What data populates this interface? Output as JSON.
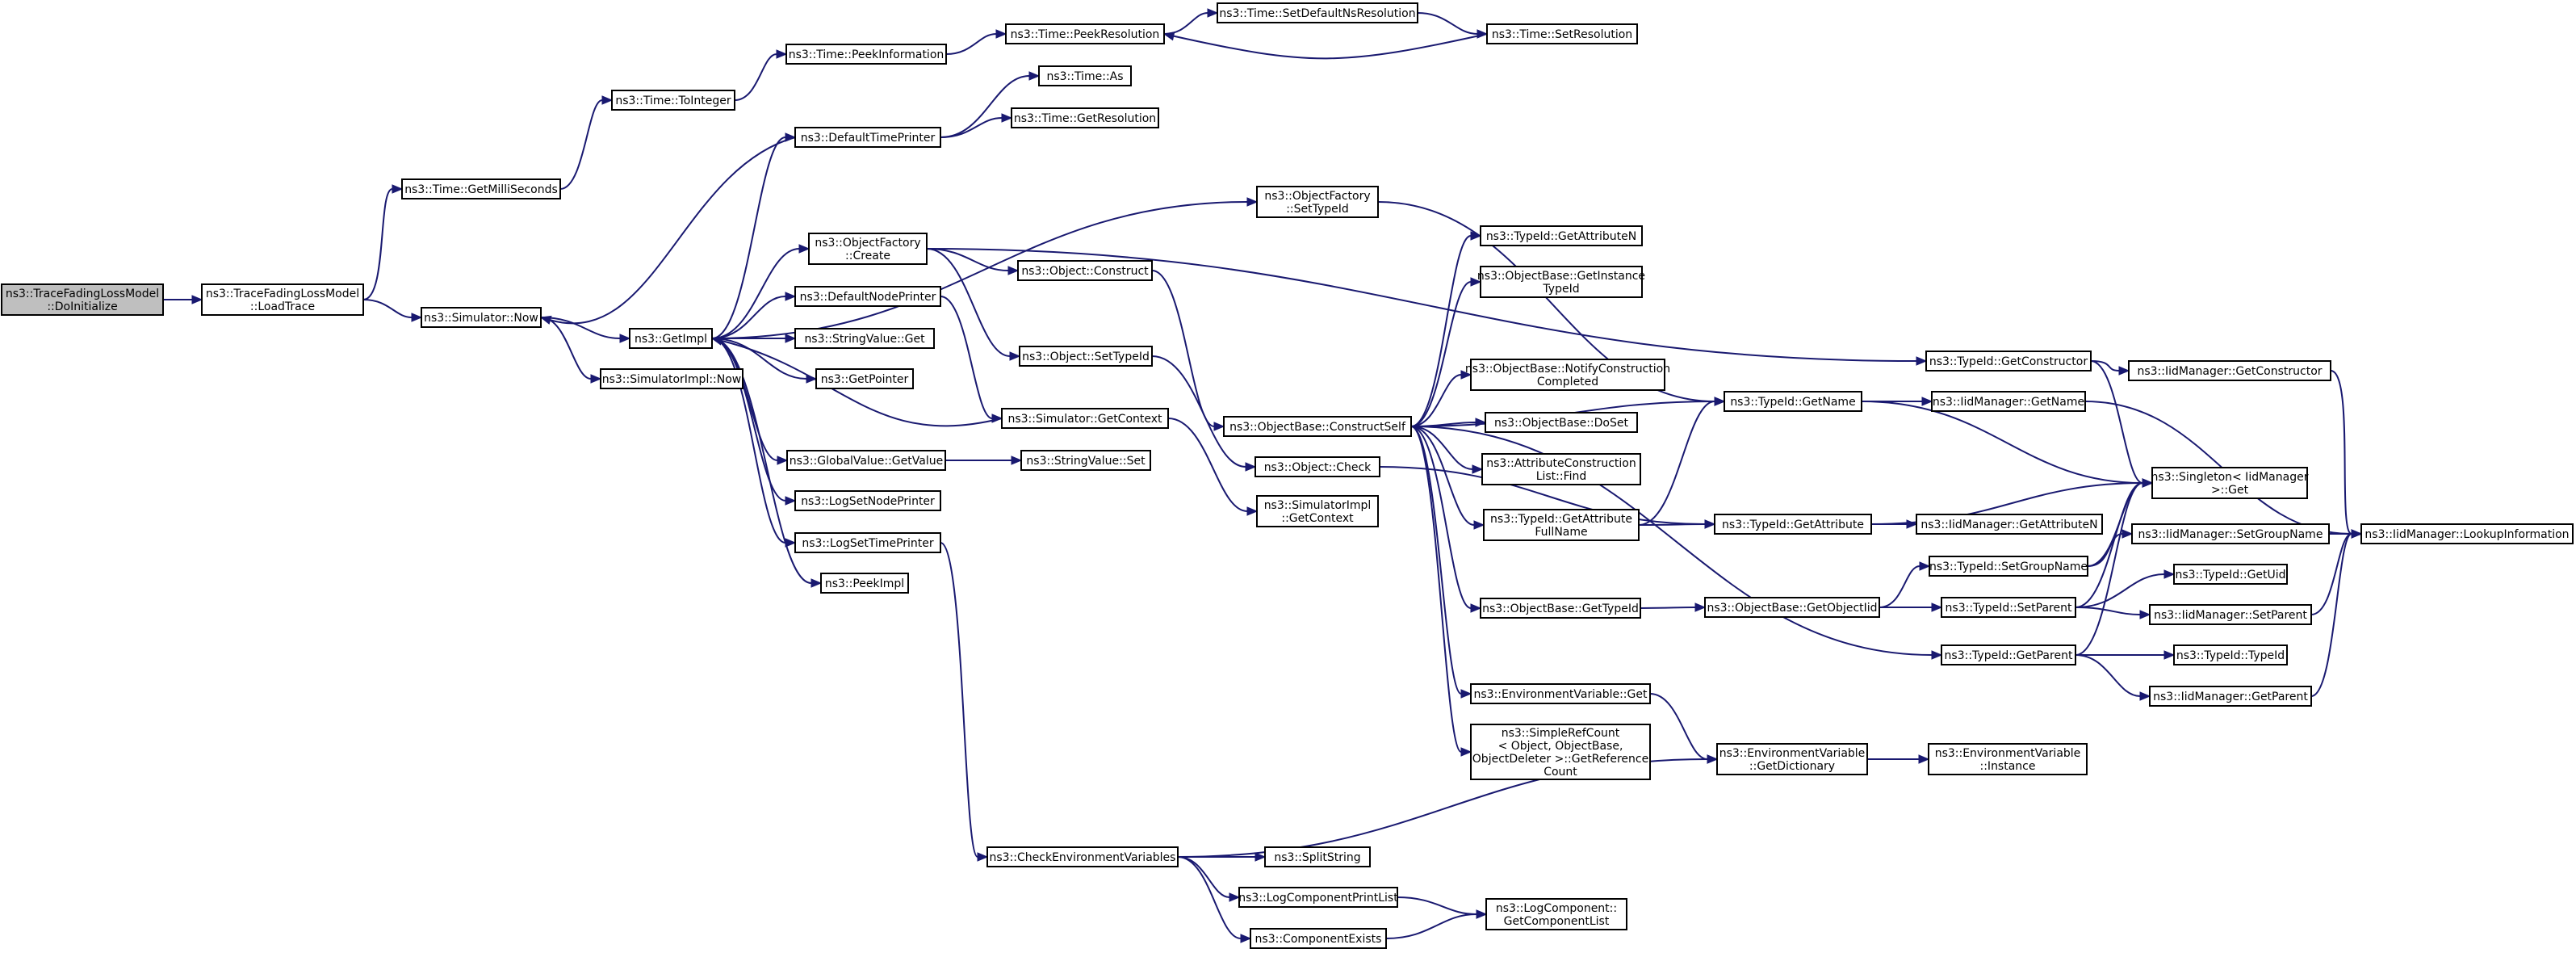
{
  "graph": {
    "root": "DoInitialize",
    "nodes": [
      {
        "id": "DoInitialize",
        "lines": [
          "ns3::TraceFadingLossModel",
          "::DoInitialize"
        ]
      },
      {
        "id": "LoadTrace",
        "lines": [
          "ns3::TraceFadingLossModel",
          "::LoadTrace"
        ]
      },
      {
        "id": "GetMilliSeconds",
        "lines": [
          "ns3::Time::GetMilliSeconds"
        ]
      },
      {
        "id": "SimNow",
        "lines": [
          "ns3::Simulator::Now"
        ]
      },
      {
        "id": "ToInteger",
        "lines": [
          "ns3::Time::ToInteger"
        ]
      },
      {
        "id": "PeekInformation",
        "lines": [
          "ns3::Time::PeekInformation"
        ]
      },
      {
        "id": "PeekResolution",
        "lines": [
          "ns3::Time::PeekResolution"
        ]
      },
      {
        "id": "SetDefaultNsResolution",
        "lines": [
          "ns3::Time::SetDefaultNsResolution"
        ]
      },
      {
        "id": "SetResolution",
        "lines": [
          "ns3::Time::SetResolution"
        ]
      },
      {
        "id": "DefaultTimePrinter",
        "lines": [
          "ns3::DefaultTimePrinter"
        ]
      },
      {
        "id": "TimeAs",
        "lines": [
          "ns3::Time::As"
        ]
      },
      {
        "id": "GetResolution",
        "lines": [
          "ns3::Time::GetResolution"
        ]
      },
      {
        "id": "GetImpl",
        "lines": [
          "ns3::GetImpl"
        ]
      },
      {
        "id": "SimImplNow",
        "lines": [
          "ns3::SimulatorImpl::Now"
        ]
      },
      {
        "id": "OFCreate",
        "lines": [
          "ns3::ObjectFactory",
          "::Create"
        ]
      },
      {
        "id": "OFSetTypeId",
        "lines": [
          "ns3::ObjectFactory",
          "::SetTypeId"
        ]
      },
      {
        "id": "DefaultNodePrinter",
        "lines": [
          "ns3::DefaultNodePrinter"
        ]
      },
      {
        "id": "StringValueGet",
        "lines": [
          "ns3::StringValue::Get"
        ]
      },
      {
        "id": "GetPointer",
        "lines": [
          "ns3::GetPointer"
        ]
      },
      {
        "id": "GVGetValue",
        "lines": [
          "ns3::GlobalValue::GetValue"
        ]
      },
      {
        "id": "LogSetNodePrinter",
        "lines": [
          "ns3::LogSetNodePrinter"
        ]
      },
      {
        "id": "LogSetTimePrinter",
        "lines": [
          "ns3::LogSetTimePrinter"
        ]
      },
      {
        "id": "PeekImpl",
        "lines": [
          "ns3::PeekImpl"
        ]
      },
      {
        "id": "ObjConstruct",
        "lines": [
          "ns3::Object::Construct"
        ]
      },
      {
        "id": "ObjSetTypeId",
        "lines": [
          "ns3::Object::SetTypeId"
        ]
      },
      {
        "id": "SimGetContext",
        "lines": [
          "ns3::Simulator::GetContext"
        ]
      },
      {
        "id": "StringValueSet",
        "lines": [
          "ns3::StringValue::Set"
        ]
      },
      {
        "id": "ConstructSelf",
        "lines": [
          "ns3::ObjectBase::ConstructSelf"
        ]
      },
      {
        "id": "ObjCheck",
        "lines": [
          "ns3::Object::Check"
        ]
      },
      {
        "id": "SimImplGetContext",
        "lines": [
          "ns3::SimulatorImpl",
          "::GetContext"
        ]
      },
      {
        "id": "TIGetAttributeN",
        "lines": [
          "ns3::TypeId::GetAttributeN"
        ]
      },
      {
        "id": "OBGetInstanceTypeId",
        "lines": [
          "ns3::ObjectBase::GetInstance",
          "TypeId"
        ]
      },
      {
        "id": "OBNotifyConstructionCompleted",
        "lines": [
          "ns3::ObjectBase::NotifyConstruction",
          "Completed"
        ]
      },
      {
        "id": "OBDoSet",
        "lines": [
          "ns3::ObjectBase::DoSet"
        ]
      },
      {
        "id": "ACLFind",
        "lines": [
          "ns3::AttributeConstruction",
          "List::Find"
        ]
      },
      {
        "id": "TIGetAttributeFullName",
        "lines": [
          "ns3::TypeId::GetAttribute",
          "FullName"
        ]
      },
      {
        "id": "OBGetTypeId",
        "lines": [
          "ns3::ObjectBase::GetTypeId"
        ]
      },
      {
        "id": "EnvVarGet",
        "lines": [
          "ns3::EnvironmentVariable::Get"
        ]
      },
      {
        "id": "SimpleRefCount",
        "lines": [
          "ns3::SimpleRefCount",
          "< Object, ObjectBase,",
          "ObjectDeleter >::GetReference",
          "Count"
        ]
      },
      {
        "id": "TIGetName",
        "lines": [
          "ns3::TypeId::GetName"
        ]
      },
      {
        "id": "TIGetAttribute",
        "lines": [
          "ns3::TypeId::GetAttribute"
        ]
      },
      {
        "id": "OBGetObjectIid",
        "lines": [
          "ns3::ObjectBase::GetObjectIid"
        ]
      },
      {
        "id": "EnvVarGetDictionary",
        "lines": [
          "ns3::EnvironmentVariable",
          "::GetDictionary"
        ]
      },
      {
        "id": "TIGetConstructor",
        "lines": [
          "ns3::TypeId::GetConstructor"
        ]
      },
      {
        "id": "TISetGroupName",
        "lines": [
          "ns3::TypeId::SetGroupName"
        ]
      },
      {
        "id": "TISetParent",
        "lines": [
          "ns3::TypeId::SetParent"
        ]
      },
      {
        "id": "TIGetParent",
        "lines": [
          "ns3::TypeId::GetParent"
        ]
      },
      {
        "id": "IidGetConstructor",
        "lines": [
          "ns3::IidManager::GetConstructor"
        ]
      },
      {
        "id": "IidGetName",
        "lines": [
          "ns3::IidManager::GetName"
        ]
      },
      {
        "id": "SingletonGet",
        "lines": [
          "ns3::Singleton< IidManager",
          " >::Get"
        ]
      },
      {
        "id": "IidGetAttributeN",
        "lines": [
          "ns3::IidManager::GetAttributeN"
        ]
      },
      {
        "id": "IidSetGroupName",
        "lines": [
          "ns3::IidManager::SetGroupName"
        ]
      },
      {
        "id": "TIGetUid",
        "lines": [
          "ns3::TypeId::GetUid"
        ]
      },
      {
        "id": "IidSetParent",
        "lines": [
          "ns3::IidManager::SetParent"
        ]
      },
      {
        "id": "TITypeId",
        "lines": [
          "ns3::TypeId::TypeId"
        ]
      },
      {
        "id": "IidGetParent",
        "lines": [
          "ns3::IidManager::GetParent"
        ]
      },
      {
        "id": "EnvVarInstance",
        "lines": [
          "ns3::EnvironmentVariable",
          "::Instance"
        ]
      },
      {
        "id": "IidLookupInformation",
        "lines": [
          "ns3::IidManager::LookupInformation"
        ]
      },
      {
        "id": "CheckEnvVars",
        "lines": [
          "ns3::CheckEnvironmentVariables"
        ]
      },
      {
        "id": "SplitString",
        "lines": [
          "ns3::SplitString"
        ]
      },
      {
        "id": "LogComponentPrintList",
        "lines": [
          "ns3::LogComponentPrintList"
        ]
      },
      {
        "id": "ComponentExists",
        "lines": [
          "ns3::ComponentExists"
        ]
      },
      {
        "id": "LCGetComponentList",
        "lines": [
          "ns3::LogComponent::",
          "GetComponentList"
        ]
      }
    ],
    "edges": [
      [
        "DoInitialize",
        "LoadTrace"
      ],
      [
        "LoadTrace",
        "GetMilliSeconds"
      ],
      [
        "LoadTrace",
        "SimNow"
      ],
      [
        "GetMilliSeconds",
        "ToInteger"
      ],
      [
        "ToInteger",
        "PeekInformation"
      ],
      [
        "PeekInformation",
        "PeekResolution"
      ],
      [
        "PeekResolution",
        "SetDefaultNsResolution"
      ],
      [
        "SetDefaultNsResolution",
        "SetResolution"
      ],
      [
        "SetResolution",
        "PeekResolution"
      ],
      [
        "SimNow",
        "GetImpl"
      ],
      [
        "SimNow",
        "SimImplNow"
      ],
      [
        "GetImpl",
        "DefaultTimePrinter"
      ],
      [
        "GetImpl",
        "OFSetTypeId"
      ],
      [
        "GetImpl",
        "OFCreate"
      ],
      [
        "GetImpl",
        "DefaultNodePrinter"
      ],
      [
        "GetImpl",
        "StringValueGet"
      ],
      [
        "GetImpl",
        "GetPointer"
      ],
      [
        "GetImpl",
        "GVGetValue"
      ],
      [
        "GetImpl",
        "LogSetNodePrinter"
      ],
      [
        "GetImpl",
        "LogSetTimePrinter"
      ],
      [
        "GetImpl",
        "PeekImpl"
      ],
      [
        "DefaultTimePrinter",
        "SimNow"
      ],
      [
        "DefaultTimePrinter",
        "TimeAs"
      ],
      [
        "DefaultTimePrinter",
        "GetResolution"
      ],
      [
        "OFCreate",
        "ObjConstruct"
      ],
      [
        "OFCreate",
        "ObjSetTypeId"
      ],
      [
        "OFCreate",
        "TIGetConstructor"
      ],
      [
        "OFSetTypeId",
        "TIGetName"
      ],
      [
        "DefaultNodePrinter",
        "SimGetContext"
      ],
      [
        "SimGetContext",
        "GetImpl"
      ],
      [
        "SimGetContext",
        "SimImplGetContext"
      ],
      [
        "GVGetValue",
        "StringValueSet"
      ],
      [
        "LogSetTimePrinter",
        "CheckEnvVars"
      ],
      [
        "ObjConstruct",
        "ConstructSelf"
      ],
      [
        "ObjSetTypeId",
        "ObjCheck"
      ],
      [
        "ObjCheck",
        "TIGetAttribute"
      ],
      [
        "ConstructSelf",
        "TIGetAttributeN"
      ],
      [
        "ConstructSelf",
        "OBGetInstanceTypeId"
      ],
      [
        "ConstructSelf",
        "TIGetName"
      ],
      [
        "ConstructSelf",
        "OBNotifyConstructionCompleted"
      ],
      [
        "ConstructSelf",
        "OBDoSet"
      ],
      [
        "ConstructSelf",
        "ACLFind"
      ],
      [
        "ConstructSelf",
        "TIGetAttributeFullName"
      ],
      [
        "ConstructSelf",
        "OBGetTypeId"
      ],
      [
        "ConstructSelf",
        "TIGetParent"
      ],
      [
        "ConstructSelf",
        "EnvVarGet"
      ],
      [
        "ConstructSelf",
        "SimpleRefCount"
      ],
      [
        "TIGetAttributeFullName",
        "TIGetName"
      ],
      [
        "TIGetAttributeFullName",
        "TIGetAttribute"
      ],
      [
        "OBGetTypeId",
        "OBGetObjectIid"
      ],
      [
        "OBGetObjectIid",
        "TISetGroupName"
      ],
      [
        "OBGetObjectIid",
        "TISetParent"
      ],
      [
        "EnvVarGet",
        "EnvVarGetDictionary"
      ],
      [
        "TIGetName",
        "IidGetName"
      ],
      [
        "TIGetName",
        "SingletonGet"
      ],
      [
        "TIGetAttribute",
        "SingletonGet"
      ],
      [
        "TIGetAttribute",
        "IidGetAttributeN"
      ],
      [
        "TIGetConstructor",
        "IidGetConstructor"
      ],
      [
        "TIGetConstructor",
        "SingletonGet"
      ],
      [
        "TISetGroupName",
        "SingletonGet"
      ],
      [
        "TISetGroupName",
        "IidSetGroupName"
      ],
      [
        "TISetParent",
        "SingletonGet"
      ],
      [
        "TISetParent",
        "TIGetUid"
      ],
      [
        "TISetParent",
        "IidSetParent"
      ],
      [
        "TIGetParent",
        "SingletonGet"
      ],
      [
        "TIGetParent",
        "TITypeId"
      ],
      [
        "TIGetParent",
        "IidGetParent"
      ],
      [
        "IidGetConstructor",
        "IidLookupInformation"
      ],
      [
        "IidGetName",
        "IidLookupInformation"
      ],
      [
        "IidSetGroupName",
        "IidLookupInformation"
      ],
      [
        "IidSetParent",
        "IidLookupInformation"
      ],
      [
        "IidGetParent",
        "IidLookupInformation"
      ],
      [
        "EnvVarGetDictionary",
        "EnvVarInstance"
      ],
      [
        "CheckEnvVars",
        "EnvVarGetDictionary"
      ],
      [
        "CheckEnvVars",
        "SplitString"
      ],
      [
        "CheckEnvVars",
        "LogComponentPrintList"
      ],
      [
        "CheckEnvVars",
        "ComponentExists"
      ],
      [
        "LogComponentPrintList",
        "LCGetComponentList"
      ],
      [
        "ComponentExists",
        "LCGetComponentList"
      ]
    ]
  }
}
